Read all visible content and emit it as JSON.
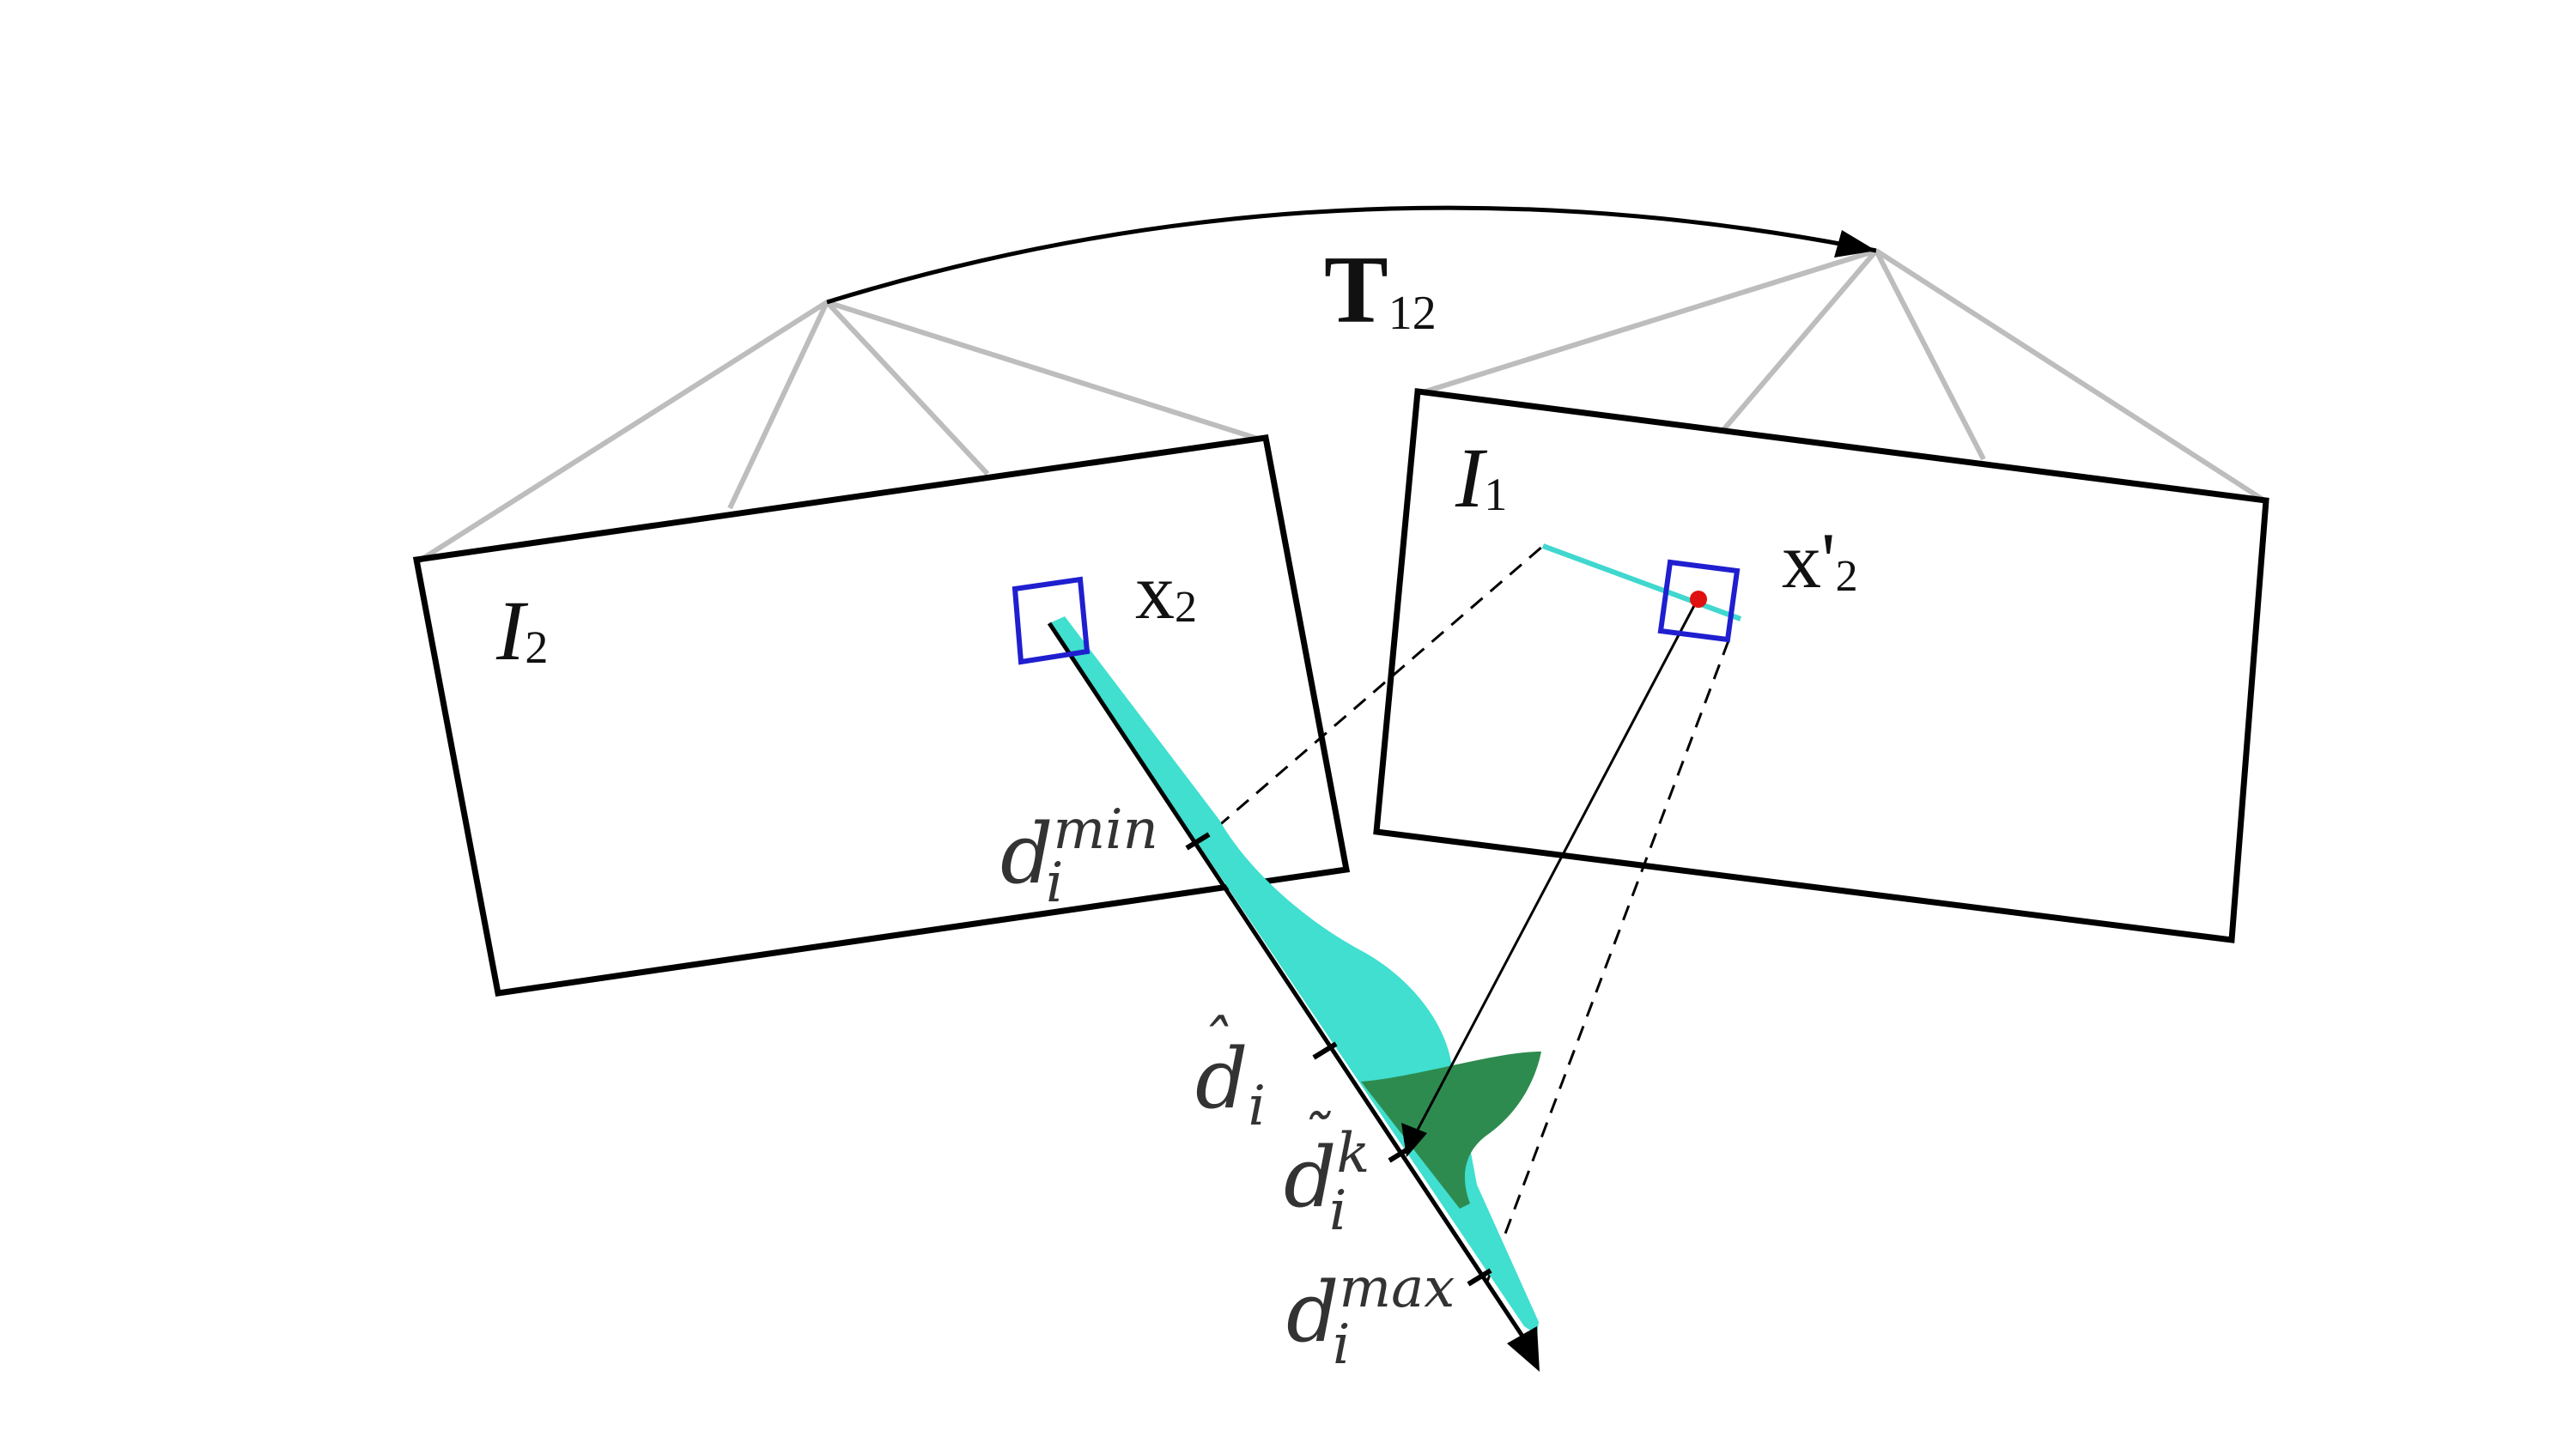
{
  "labels": {
    "transform": {
      "main": "T",
      "sub": "12"
    },
    "image_left": {
      "main": "I",
      "sub": "2"
    },
    "image_right": {
      "main": "I",
      "sub": "1"
    },
    "point_x2": {
      "main": "x",
      "sub": "2"
    },
    "point_x2_prime": {
      "main": "x'",
      "sub": "2"
    },
    "d_min": {
      "main": "d",
      "sub": "i",
      "sup": "min"
    },
    "d_hat": {
      "main": "d",
      "accent": "ˆ",
      "sub": "i"
    },
    "d_tilde": {
      "main": "d",
      "accent": "˜",
      "sub": "i",
      "sup": "k"
    },
    "d_max": {
      "main": "d",
      "sub": "i",
      "sup": "max"
    }
  },
  "colors": {
    "frame": "#000000",
    "frustum": "#bdbdbd",
    "patch_box": "#1f1fd0",
    "depth_distribution": "#40dfcf",
    "refined_distribution": "#2e8b4f",
    "epipolar_segment": "#40d7cf",
    "projected_point": "#e01010"
  }
}
